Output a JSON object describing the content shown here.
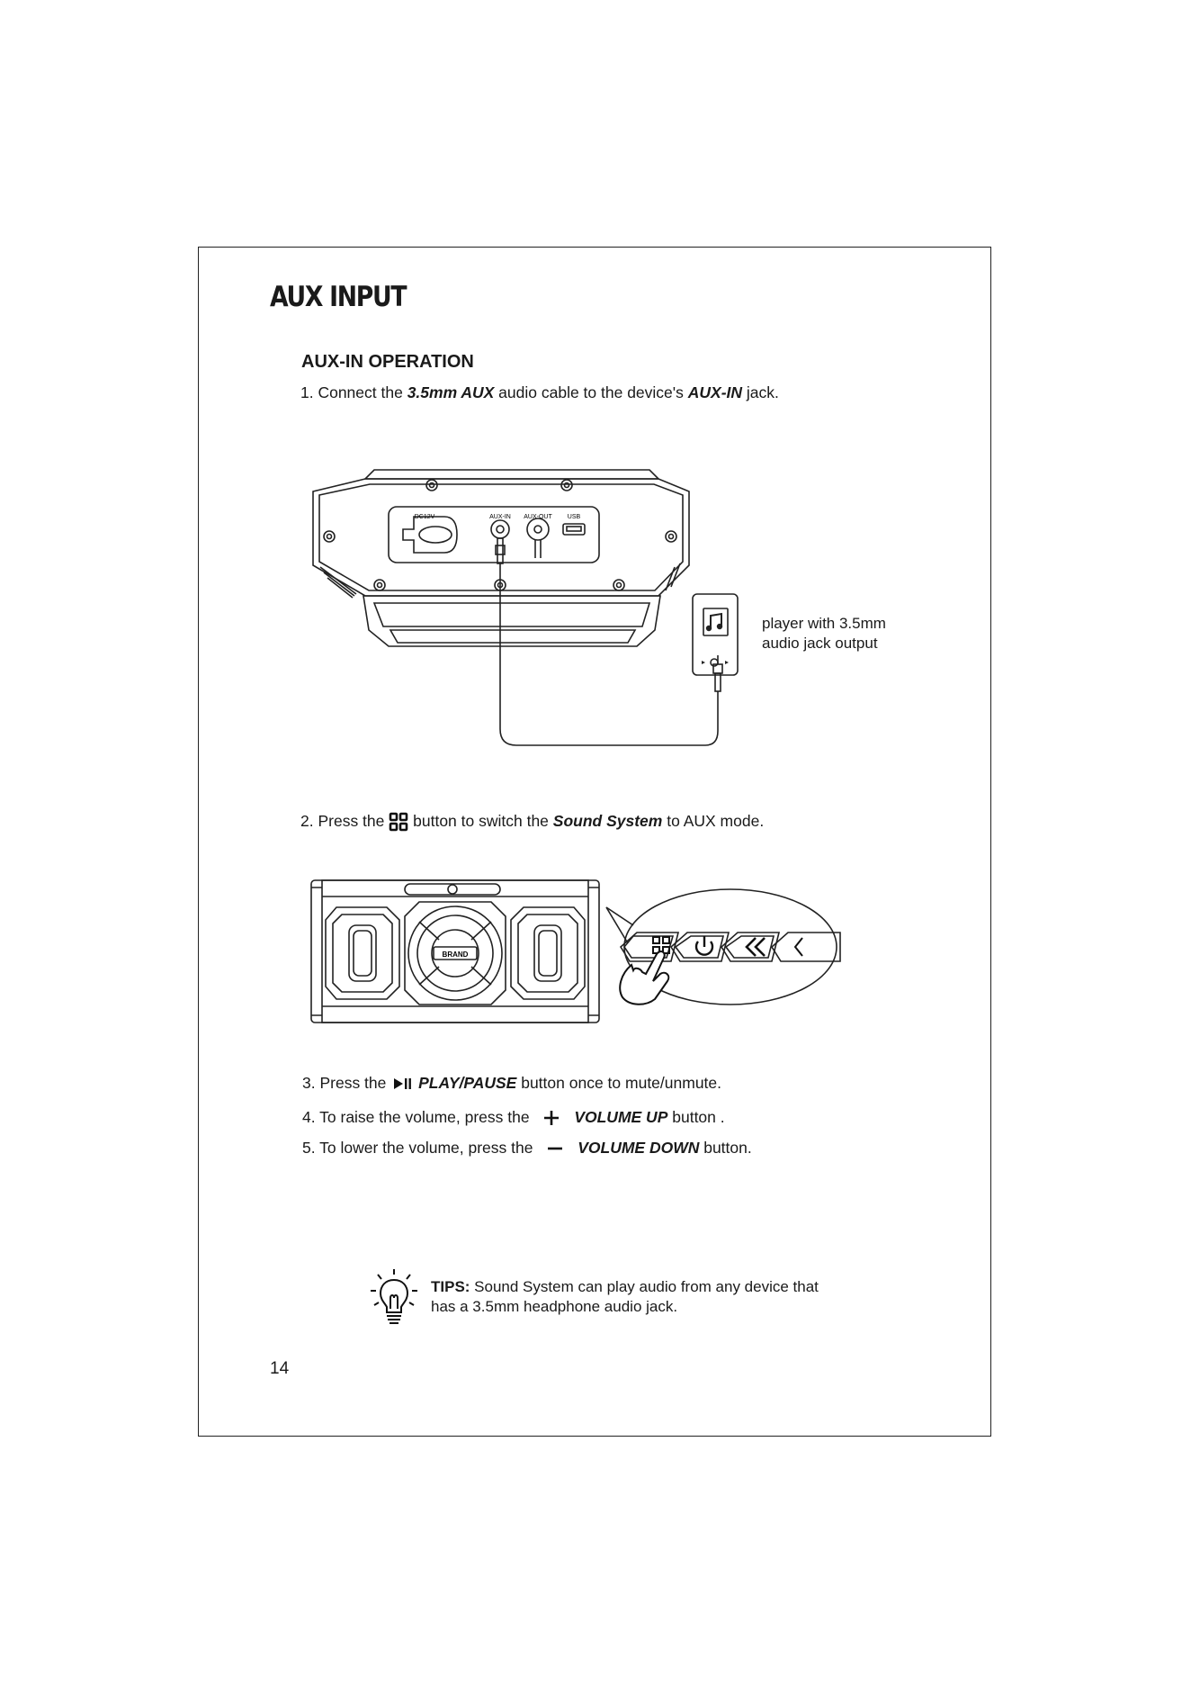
{
  "page": {
    "title": "AUX INPUT",
    "section_title": "AUX-IN OPERATION",
    "page_number": "14"
  },
  "steps": {
    "s1": {
      "pre": "1. Connect the ",
      "b1": "3.5mm AUX",
      "mid": " audio cable to the device's ",
      "b2": "AUX-IN",
      "post": " jack."
    },
    "s2": {
      "pre": "2. Press the ",
      "mid": " button to switch the ",
      "b1": "Sound System",
      "post": " to AUX mode."
    },
    "s3": {
      "pre": "3. Press the ",
      "b1": "PLAY/PAUSE",
      "post": " button once to mute/unmute."
    },
    "s4": {
      "pre": "4. To raise the volume, press the ",
      "b1": "VOLUME UP",
      "post": " button ."
    },
    "s5": {
      "pre": "5. To lower the volume, press the ",
      "b1": "VOLUME DOWN",
      "post": " button."
    }
  },
  "diagram1": {
    "port_labels": [
      "DC12V",
      "AUX-IN",
      "AUX-OUT",
      "USB"
    ],
    "player_caption_line1": "player with 3.5mm",
    "player_caption_line2": "audio jack output"
  },
  "diagram2": {
    "brand_label": "BRAND"
  },
  "tips": {
    "label": "TIPS:",
    "line1": " Sound System can play audio from any device that",
    "line2": "has a 3.5mm headphone audio jack."
  },
  "icons": {
    "mode": "mode-grid-icon",
    "power": "power-icon",
    "back": "double-chevron-left-icon",
    "play_pause": "play-pause-icon",
    "plus": "plus-icon",
    "minus": "minus-icon",
    "tip": "lightbulb-icon",
    "hand": "pointing-hand-icon",
    "note": "music-note-icon"
  }
}
